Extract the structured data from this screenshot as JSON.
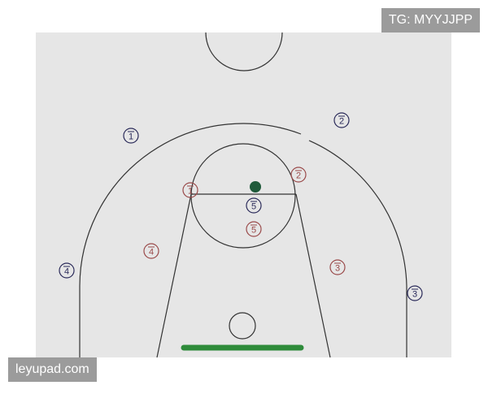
{
  "watermarks": {
    "top_right": "TG: MYYJJPP",
    "bottom_left": "leyupad.com"
  },
  "colors": {
    "court": "#e6e6e6",
    "line": "#333333",
    "offense": "#2b2b5a",
    "defense": "#9a4a4a",
    "ball": "#1f5a3a",
    "marker": "#2e8b3a"
  },
  "players": {
    "offense": [
      {
        "label": "1"
      },
      {
        "label": "2"
      },
      {
        "label": "3"
      },
      {
        "label": "4"
      },
      {
        "label": "5"
      }
    ],
    "defense": [
      {
        "label": "1"
      },
      {
        "label": "2"
      },
      {
        "label": "3"
      },
      {
        "label": "4"
      },
      {
        "label": "5"
      }
    ]
  },
  "ball": {
    "icon": "basketball-icon"
  }
}
